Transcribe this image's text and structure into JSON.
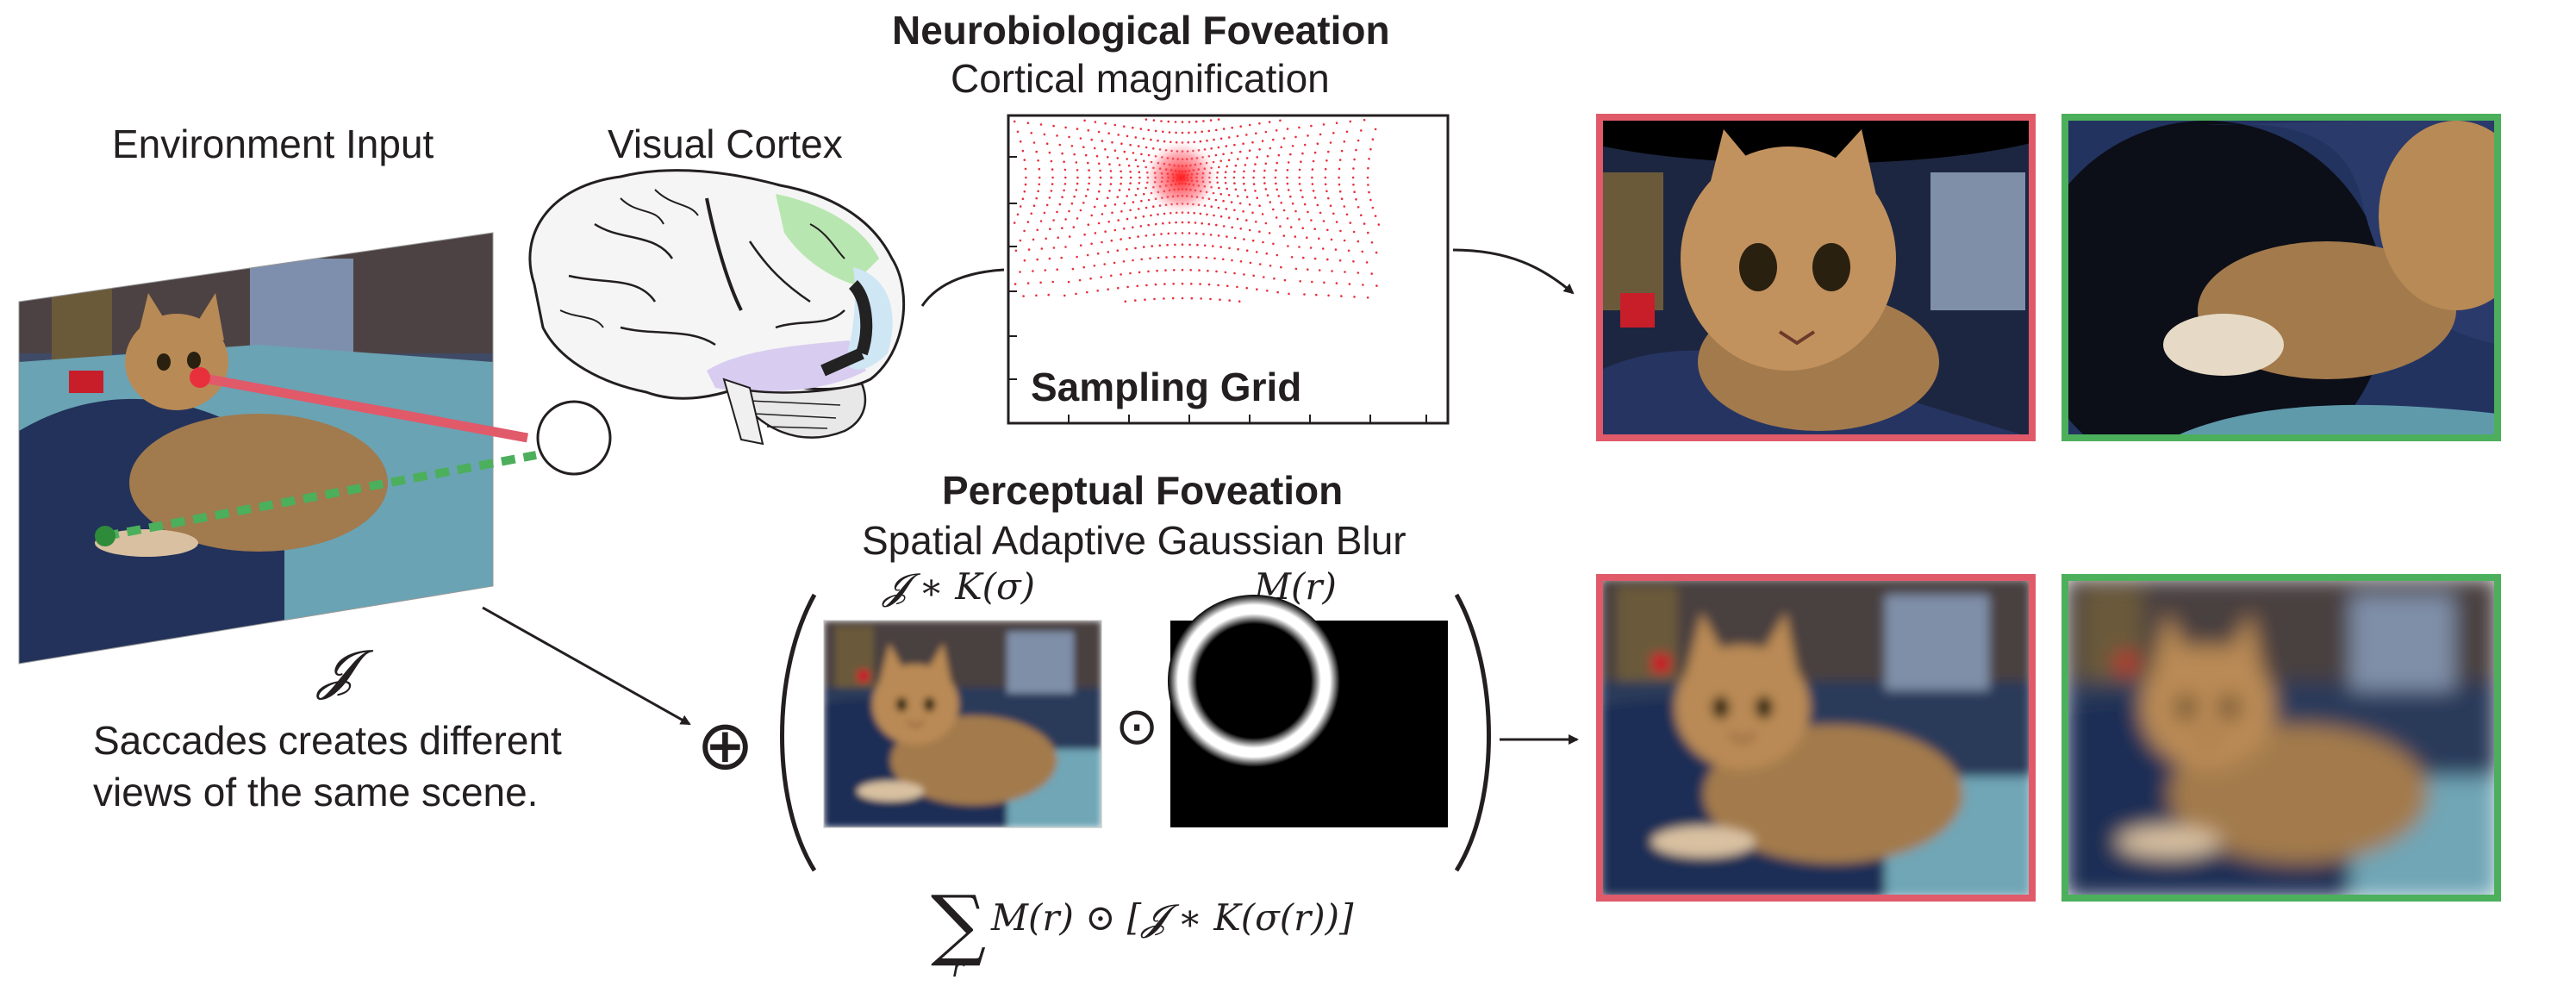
{
  "labels": {
    "environment_input": "Environment Input",
    "visual_cortex": "Visual Cortex",
    "neuro_title": "Neurobiological Foveation",
    "neuro_subtitle": "Cortical magnification",
    "sampling_grid": "Sampling Grid",
    "perceptual_title": "Perceptual Foveation",
    "perceptual_subtitle": "Spatial Adaptive Gaussian Blur",
    "input_symbol": "𝓙",
    "saccade_line1": "Saccades creates different",
    "saccade_line2": "views of the same scene."
  },
  "math": {
    "blur_term": "𝓙 ∗ K(σ)",
    "mask_term": "M(r)",
    "oplus": "⊕",
    "odot": "⊙",
    "sum_symbol": "∑",
    "sum_index": "r",
    "sum_body": "M(r) ⊙ [𝓙 ∗ K(σ(r))]"
  },
  "colors": {
    "red_fixation": "#e05a6a",
    "green_fixation": "#4caf5c",
    "grid_red": "#e8303c",
    "brain_green": "#b8e6b0",
    "brain_purple": "#d8cdf0",
    "brain_blue": "#cfe6f5"
  }
}
